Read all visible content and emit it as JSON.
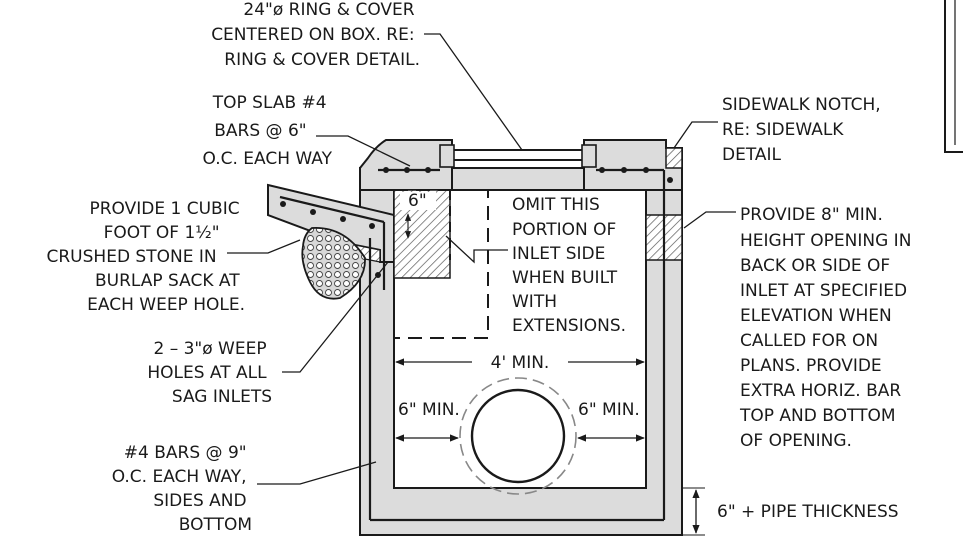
{
  "colors": {
    "ink": "#1a1a1a",
    "concrete": "#dcdcdc",
    "stone": "#cfcfcf",
    "hatch": "#555555",
    "pipe_circle": "#888888"
  },
  "notes": {
    "ring_cover": [
      "24\"ø RING & COVER",
      "CENTERED ON BOX. RE:",
      "RING & COVER DETAIL."
    ],
    "top_slab": [
      "TOP SLAB #4",
      "BARS @ 6\"",
      "O.C. EACH WAY"
    ],
    "sidewalk_notch": [
      "SIDEWALK NOTCH,",
      "RE: SIDEWALK",
      "DETAIL"
    ],
    "crushed_stone": [
      "PROVIDE 1 CUBIC",
      "FOOT OF 1½\"",
      "CRUSHED STONE IN",
      "BURLAP SACK AT",
      "EACH WEEP HOLE."
    ],
    "omit_portion": [
      "OMIT THIS",
      "PORTION OF",
      "INLET SIDE",
      "WHEN BUILT",
      "WITH",
      "EXTENSIONS."
    ],
    "opening": [
      "PROVIDE 8\" MIN.",
      "HEIGHT OPENING IN",
      "BACK OR SIDE OF",
      "INLET AT SPECIFIED",
      "ELEVATION WHEN",
      "CALLED FOR ON",
      "PLANS.  PROVIDE",
      "EXTRA HORIZ. BAR",
      "TOP AND BOTTOM",
      "OF OPENING."
    ],
    "weep_holes": [
      "2 – 3\"ø WEEP",
      "HOLES AT ALL",
      "SAG INLETS"
    ],
    "bars_9": [
      "#4 BARS @ 9\"",
      "O.C. EACH WAY,",
      "SIDES AND",
      "BOTTOM"
    ]
  },
  "dimensions": {
    "six_inch_top": "6\"",
    "width_min": "4' MIN.",
    "six_min_left": "6\" MIN.",
    "six_min_right": "6\" MIN.",
    "floor_thickness": "6\" + PIPE THICKNESS"
  }
}
